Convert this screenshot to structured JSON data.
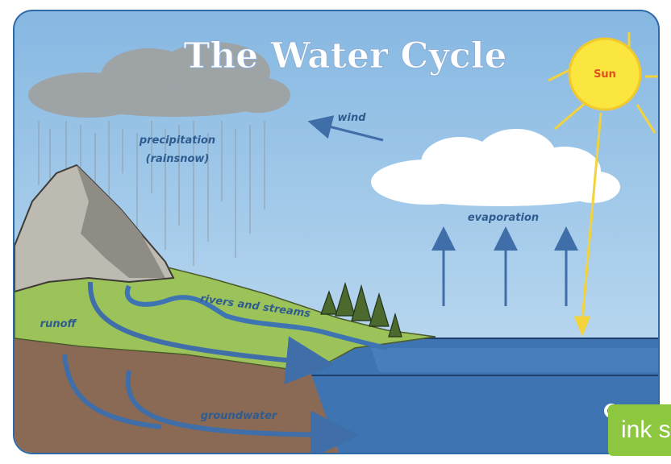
{
  "title": "The Water Cycle",
  "labels": {
    "sun": "Sun",
    "wind": "wind",
    "precipitation_line1": "precipitation",
    "precipitation_line2": "(rainsnow)",
    "evaporation": "evaporation",
    "rivers": "rivers and streams",
    "runoff": "runoff",
    "groundwater": "groundwater"
  },
  "badge_text": "ink s",
  "colors": {
    "sky": "#a9cdea",
    "border": "#2f6aa8",
    "sun": "#fbe53f",
    "sun_ray": "#f4d33a",
    "sea": "#3f74b2",
    "grass": "#9cc25a",
    "soil": "#8a6a55",
    "arrow": "#3f6ea8",
    "badge": "#8dc63f"
  }
}
